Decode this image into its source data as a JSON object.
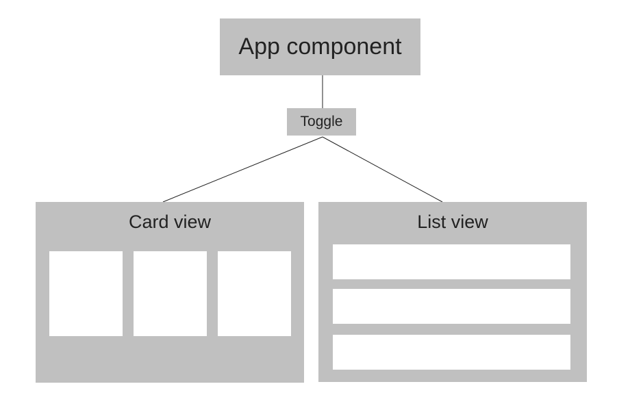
{
  "diagram": {
    "app": {
      "label": "App component"
    },
    "toggle": {
      "label": "Toggle"
    },
    "card_view": {
      "label": "Card view",
      "card_count": 3
    },
    "list_view": {
      "label": "List view",
      "row_count": 3
    }
  },
  "colors": {
    "box": "#c0c0c0",
    "slot": "#ffffff",
    "text": "#222222",
    "line": "#222222"
  }
}
